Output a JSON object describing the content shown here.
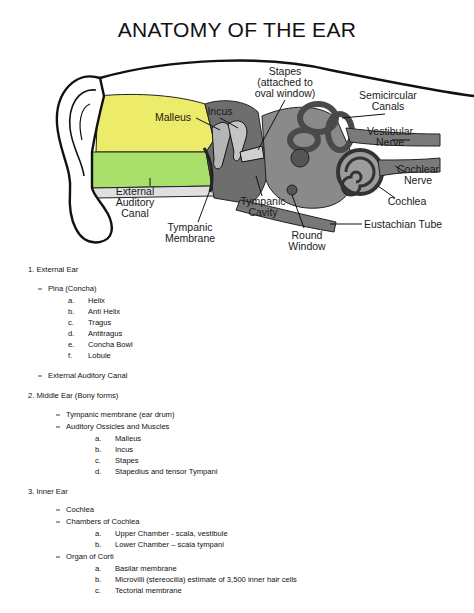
{
  "diagram": {
    "title": "ANATOMY OF THE EAR",
    "labels": [
      "Stapes (attached to oval window)",
      "Semicircular Canals",
      "Incus",
      "Malleus",
      "Vestibular Nerve",
      "Cochlear Nerve",
      "Cochlea",
      "External Auditory Canal",
      "Tympanic Cavity",
      "Tympanic Membrane",
      "Eustachian Tube",
      "Round Window",
      "1. External Ear",
      "Pina (Concha)",
      "a.",
      "Helix",
      "b.",
      "Anti Helix",
      "c.",
      "Tragus",
      "d.",
      "Antitragus",
      "e.",
      "Concha Bowl",
      "f.",
      "Lobule",
      "External Auditory Canal",
      "2. Middle Ear (Bony forms)",
      "Tympanic membrane (ear drum)",
      "Auditory Ossicles and Muscles",
      "a.",
      "Malleus",
      "b.",
      "Incus",
      "c.",
      "Stapes",
      "d.",
      "Stapedius and tensor Tympani",
      "3. Inner Ear",
      "Cochlea",
      "Chambers of Cochlea",
      "a.",
      "Upper Chamber - scala, vestibule",
      "b.",
      "Lower Chamber – scala tympani",
      "Organ of Corti",
      "a.",
      "Basilar membrane",
      "b.",
      "Microvilli (stereocilia) estimate of 3,500 inner hair cells",
      "c.",
      "Tectorial membrane"
    ]
  }
}
